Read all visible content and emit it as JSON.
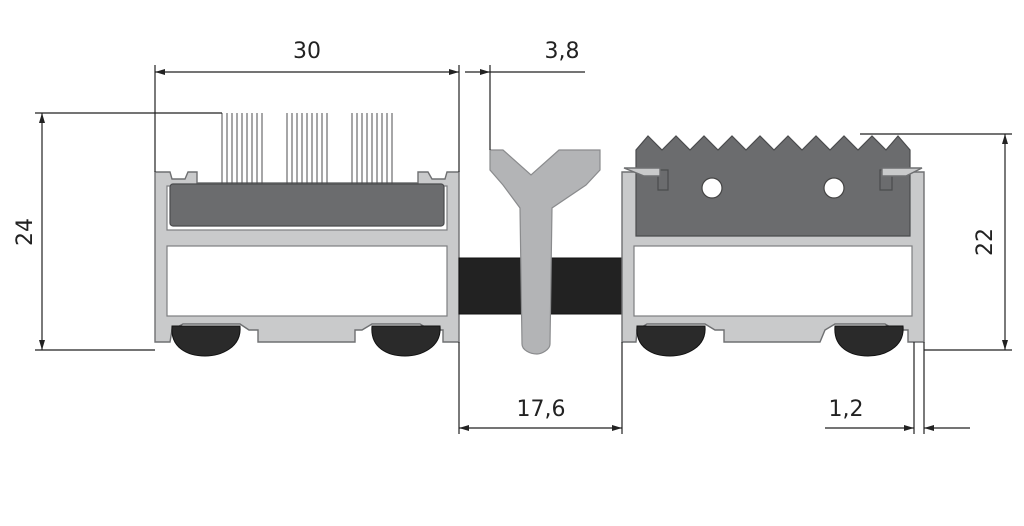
{
  "dimensions": {
    "width_left_profile": "30",
    "tee_thickness": "3,8",
    "total_height": "24",
    "profile_height": "22",
    "spacing_gap": "17,6",
    "wall_thickness": "1,2"
  },
  "colors": {
    "frame": "#c9cacb",
    "insert": "#6b6c6e",
    "rubber": "#222222",
    "tee": "#b3b4b6"
  }
}
